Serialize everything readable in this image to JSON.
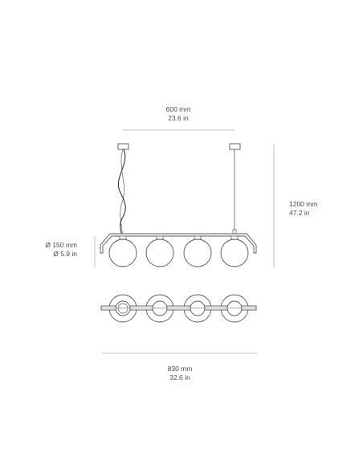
{
  "dimensions": {
    "top_span": {
      "mm": "600 mm",
      "in": "23.6 in"
    },
    "height": {
      "mm": "1200 mm",
      "in": "47.2 in"
    },
    "globe_diameter": {
      "mm": "Ø 150 mm",
      "in": "Ø 5.9 in"
    },
    "total_width": {
      "mm": "830 mm",
      "in": "32.6 in"
    }
  },
  "lamp": {
    "globe_count": 4
  },
  "colors": {
    "line": "#555555",
    "cable": "#333333",
    "text": "#4a4a4a",
    "guide": "#b0b0b0"
  }
}
